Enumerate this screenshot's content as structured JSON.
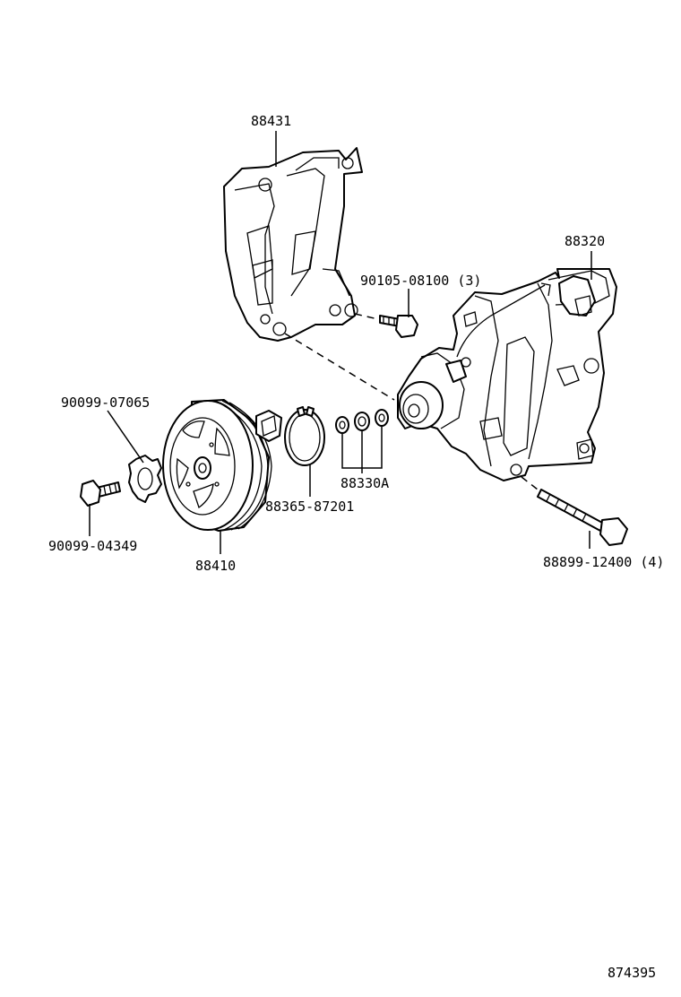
{
  "callouts": {
    "bracket": "88431",
    "compressor": "88320",
    "bracket_bolt": "90105-08100 (3)",
    "pulley_washer": "90099-07065",
    "pulley_bolt": "90099-04349",
    "pulley": "88410",
    "snap_ring": "88365-87201",
    "shims": "88330A",
    "mount_bolt": "88899-12400 (4)"
  },
  "figure_number": "874395"
}
